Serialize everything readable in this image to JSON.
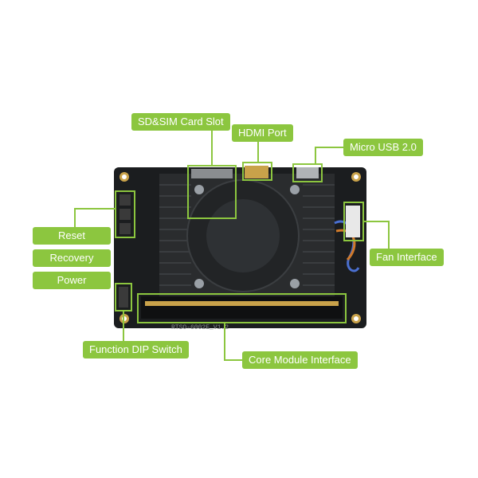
{
  "labels": {
    "sd_sim_card_slot": "SD&SIM Card Slot",
    "hdmi_port": "HDMI Port",
    "micro_usb": "Micro USB 2.0",
    "reset": "Reset",
    "recovery": "Recovery",
    "power": "Power",
    "fan_interface": "Fan Interface",
    "function_dip_switch": "Function DIP Switch",
    "core_module_interface": "Core Module Interface"
  },
  "board_silkscreen": "RTSO-6002E_V1.2",
  "colors": {
    "label_bg": "#8cc63f",
    "label_text": "#ffffff",
    "callout_line": "#8cc63f",
    "pcb": "#1b1d1f",
    "heatsink": "#2a2c2e",
    "connector": "#c9a24a"
  }
}
